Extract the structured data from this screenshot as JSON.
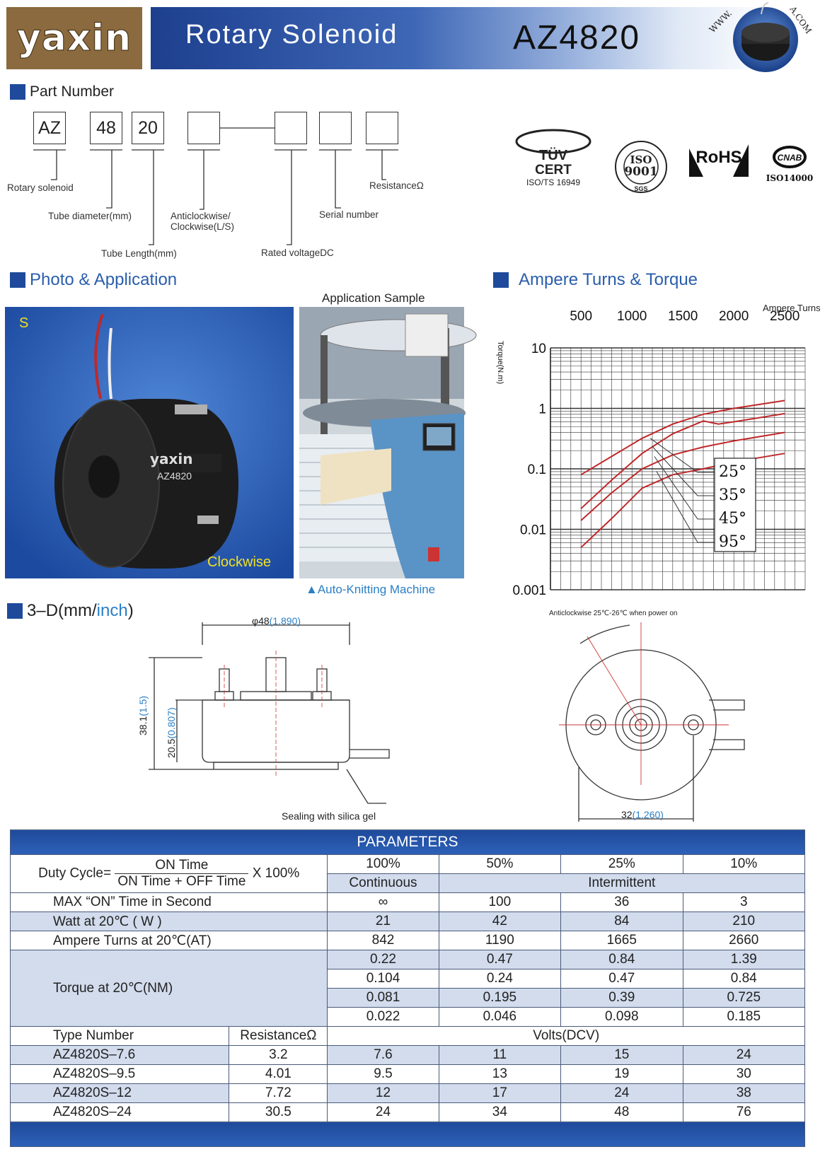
{
  "header": {
    "logo": "yaxin",
    "title": "Rotary Solenoid",
    "model": "AZ4820",
    "badge_text_left": "WWW.",
    "badge_text_right": "A.COM"
  },
  "part_number": {
    "heading": "Part Number",
    "boxes": [
      "AZ",
      "48",
      "20",
      "",
      "",
      "",
      ""
    ],
    "labels": {
      "rotary": "Rotary solenoid",
      "tube_diameter": "Tube diameter(mm)",
      "tube_length": "Tube Length(mm)",
      "anticlock1": "Anticlockwise/",
      "anticlock2": "Clockwise(L/S)",
      "rated": "Rated voltageDC",
      "serial": "Serial number",
      "resistance": "ResistanceΩ"
    }
  },
  "certs": {
    "tuv1": "TÜV",
    "tuv2": "CERT",
    "tuv3": "ISO/TS 16949",
    "iso1": "ISO",
    "iso2": "9001",
    "sgs": "SGS",
    "rohs": "RoHS",
    "cnab": "CNAB",
    "iso14000": "ISO14000"
  },
  "photo": {
    "heading": "Photo & Application",
    "app_sample": "Application Sample",
    "s_label": "S",
    "product_logo": "yaxin",
    "product_model": "AZ4820",
    "clockwise": "Clockwise",
    "caption": "▲Auto-Knitting Machine"
  },
  "chart_heading": "Ampere Turns & Torque",
  "chart_data": {
    "type": "line",
    "x_axis_label": "Ampere Turns",
    "y_axis_label": "Torque(N.m)",
    "x_ticks": [
      "500",
      "1000",
      "1500",
      "2000",
      "2500"
    ],
    "y_ticks": [
      "10",
      "1",
      "0.1",
      "0.01",
      "0.001"
    ],
    "y_scale": "log",
    "xlim": [
      200,
      2700
    ],
    "ylim": [
      0.001,
      10
    ],
    "legend": [
      "25°",
      "35°",
      "45°",
      "95°"
    ],
    "series": [
      {
        "name": "25°",
        "x": [
          500,
          800,
          1100,
          1400,
          1700,
          2000,
          2500
        ],
        "y": [
          0.08,
          0.16,
          0.32,
          0.55,
          0.8,
          1.0,
          1.35
        ]
      },
      {
        "name": "35°",
        "x": [
          500,
          800,
          1100,
          1400,
          1700,
          1850,
          2000,
          2500
        ],
        "y": [
          0.022,
          0.065,
          0.18,
          0.38,
          0.62,
          0.55,
          0.6,
          0.82
        ]
      },
      {
        "name": "45°",
        "x": [
          500,
          800,
          1100,
          1400,
          1700,
          2000,
          2500
        ],
        "y": [
          0.014,
          0.04,
          0.1,
          0.17,
          0.23,
          0.29,
          0.4
        ]
      },
      {
        "name": "95°",
        "x": [
          500,
          800,
          1100,
          1400,
          1700,
          2000,
          2500
        ],
        "y": [
          0.005,
          0.015,
          0.048,
          0.08,
          0.1,
          0.13,
          0.18
        ]
      }
    ]
  },
  "dim": {
    "heading_a": "3–D(mm/",
    "heading_b": "inch",
    "heading_c": ")",
    "diameter_a": "φ48",
    "diameter_b": "(1.890)",
    "h1_a": "38.1",
    "h1_b": "(1.5)",
    "h2_a": "20.5",
    "h2_b": "(0.807)",
    "sealing": "Sealing with silica gel",
    "anticlock_note": "Anticlockwise 25℃-26℃ when power on",
    "w_a": "32",
    "w_b": "(1.260)"
  },
  "table": {
    "title": "PARAMETERS",
    "duty_label": "Duty Cycle=",
    "duty_num": "ON Time",
    "duty_den": "ON Time + OFF Time",
    "duty_mult": "X 100%",
    "pct": [
      "100%",
      "50%",
      "25%",
      "10%"
    ],
    "continuous": "Continuous",
    "intermittent": "Intermittent",
    "rows": [
      {
        "label": "MAX “ON” Time in Second",
        "v": [
          "∞",
          "100",
          "36",
          "3"
        ]
      },
      {
        "label": "Watt at 20℃ ( W )",
        "v": [
          "21",
          "42",
          "84",
          "210"
        ]
      },
      {
        "label": "Ampere Turns at 20℃(AT)",
        "v": [
          "842",
          "1190",
          "1665",
          "2660"
        ]
      }
    ],
    "torque_label": "Torque at 20℃(NM)",
    "torque": [
      [
        "0.22",
        "0.47",
        "0.84",
        "1.39"
      ],
      [
        "0.104",
        "0.24",
        "0.47",
        "0.84"
      ],
      [
        "0.081",
        "0.195",
        "0.39",
        "0.725"
      ],
      [
        "0.022",
        "0.046",
        "0.098",
        "0.185"
      ]
    ],
    "type_label": "Type Number",
    "res_label": "ResistanceΩ",
    "volts_label": "Volts(DCV)",
    "types": [
      {
        "name": "AZ4820S–7.6",
        "r": "3.2",
        "v": [
          "7.6",
          "11",
          "15",
          "24"
        ]
      },
      {
        "name": "AZ4820S–9.5",
        "r": "4.01",
        "v": [
          "9.5",
          "13",
          "19",
          "30"
        ]
      },
      {
        "name": "AZ4820S–12",
        "r": "7.72",
        "v": [
          "12",
          "17",
          "24",
          "38"
        ]
      },
      {
        "name": "AZ4820S–24",
        "r": "30.5",
        "v": [
          "24",
          "34",
          "48",
          "76"
        ]
      }
    ]
  }
}
